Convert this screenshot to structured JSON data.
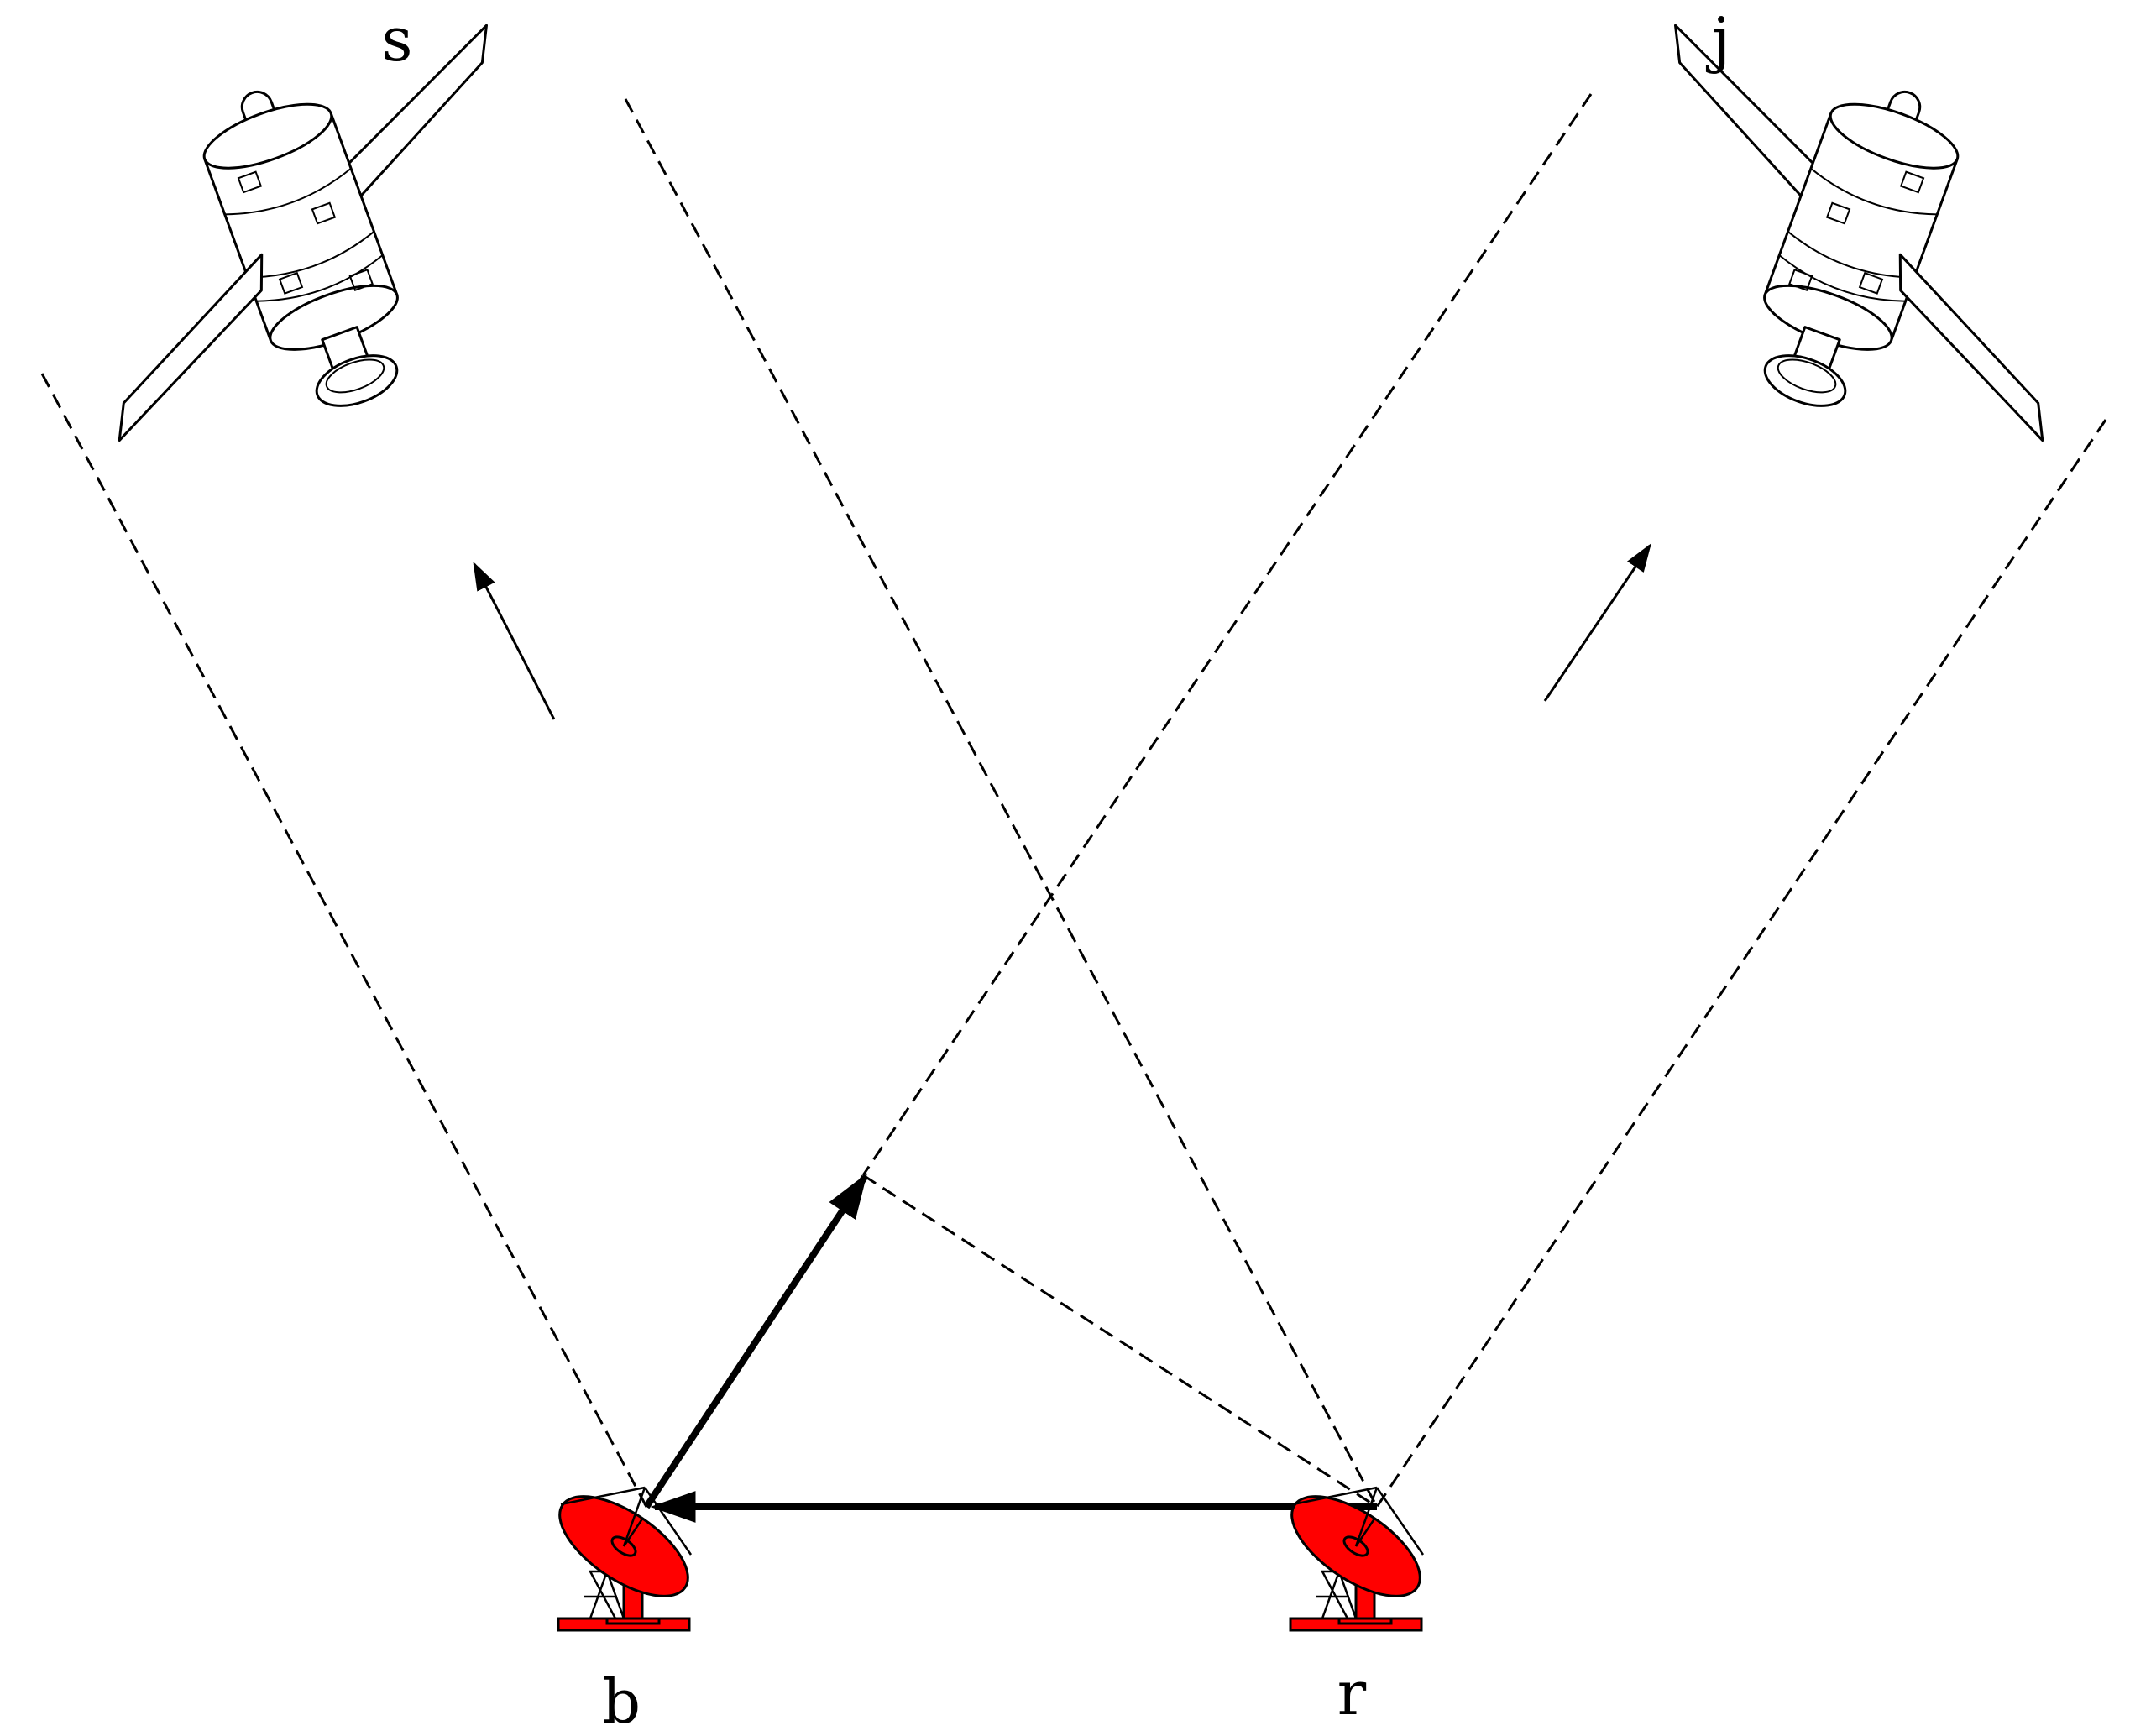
{
  "labels": {
    "source_satellite": "s",
    "jammer_satellite": "j",
    "station_b": "b",
    "station_r": "r"
  },
  "colors": {
    "dish": "#ff0000",
    "line": "#000000",
    "background": "#ffffff"
  },
  "icons": {
    "satellite": "satellite-icon",
    "dish_antenna": "radio-telescope-icon"
  }
}
